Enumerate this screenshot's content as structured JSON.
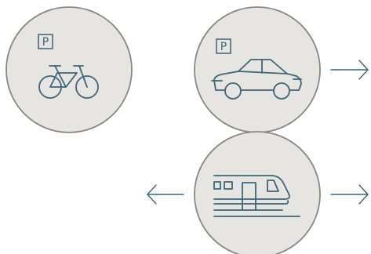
{
  "parking_label": "P",
  "nodes": [
    {
      "name": "bike-parking",
      "icon": "bicycle-icon",
      "parking": true
    },
    {
      "name": "car-parking",
      "icon": "car-icon",
      "parking": true
    },
    {
      "name": "train",
      "icon": "train-icon",
      "parking": false
    }
  ],
  "arrows": [
    {
      "from": "car-parking",
      "direction": "right"
    },
    {
      "from": "train",
      "direction": "left"
    },
    {
      "from": "train",
      "direction": "right"
    }
  ],
  "colors": {
    "circle_fill": "#e6e5e2",
    "circle_stroke": "#8b8783",
    "pictogram": "#3e6478",
    "background": "#ffffff"
  }
}
